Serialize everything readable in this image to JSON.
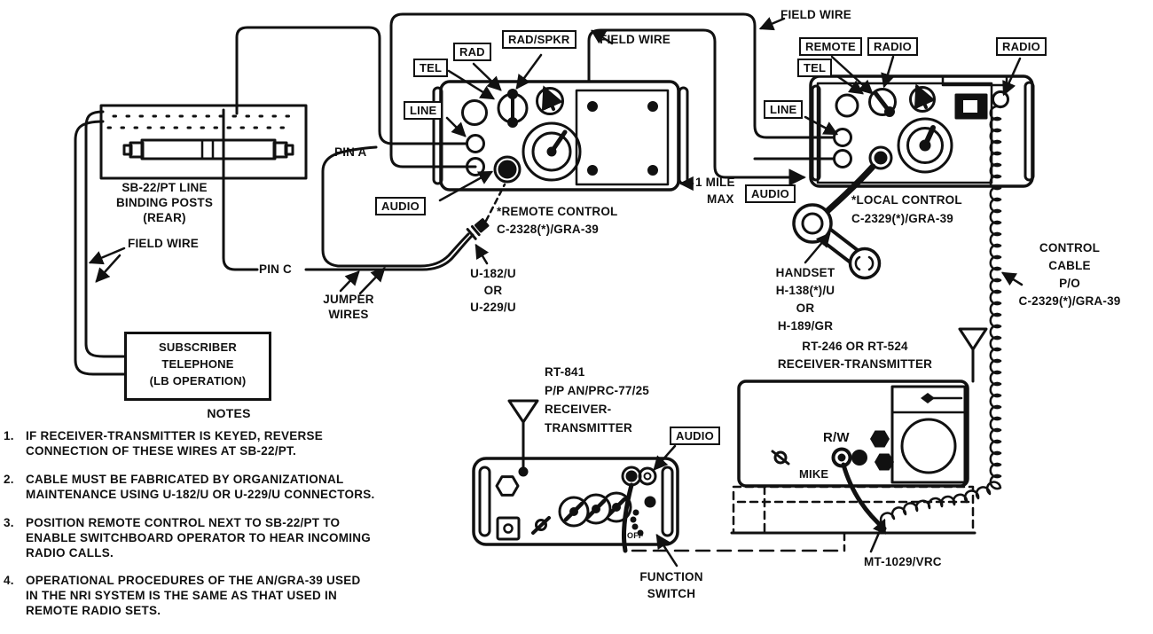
{
  "d": {
    "field_wire": "FIELD WIRE",
    "sb22": [
      "SB-22/PT LINE",
      "BINDING POSTS",
      "(REAR)"
    ],
    "phone": [
      "SUBSCRIBER",
      "TELEPHONE",
      "(LB OPERATION)"
    ],
    "pin_a": "PIN A",
    "pin_c": "PIN C",
    "jumper": [
      "JUMPER",
      "WIRES"
    ],
    "u_conn": [
      "U-182/U",
      "OR",
      "U-229/U"
    ],
    "tags": {
      "tel": "TEL",
      "rad": "RAD",
      "rad_spkr": "RAD/SPKR",
      "line": "LINE",
      "audio": "AUDIO",
      "remote": "REMOTE",
      "radio": "RADIO"
    },
    "remote_cap": [
      "*REMOTE CONTROL",
      "C-2328(*)/GRA-39"
    ],
    "local_cap": [
      "*LOCAL CONTROL",
      "C-2329(*)/GRA-39"
    ],
    "one_mile": [
      "1 MILE",
      "MAX"
    ],
    "handset": [
      "HANDSET",
      "H-138(*)/U",
      "OR",
      "H-189/GR"
    ],
    "control_cable": [
      "CONTROL",
      "CABLE",
      "P/O",
      "C-2329(*)/GRA-39"
    ],
    "rt524": {
      "title": [
        "RT-246 OR RT-524",
        "RECEIVER-TRANSMITTER"
      ],
      "rw": "R/W",
      "mike": "MIKE",
      "mount": "MT-1029/VRC"
    },
    "rt841": {
      "title": [
        "RT-841",
        "P/P AN/PRC-77/25",
        "RECEIVER-",
        "TRANSMITTER"
      ],
      "off": "OFF",
      "fswitch": [
        "FUNCTION",
        "SWITCH"
      ]
    }
  },
  "notes": {
    "heading": "NOTES",
    "items": [
      {
        "num": "1.",
        "lines": [
          "IF RECEIVER-TRANSMITTER IS KEYED, REVERSE",
          "CONNECTION OF THESE WIRES AT SB-22/PT."
        ]
      },
      {
        "num": "2.",
        "lines": [
          "CABLE MUST BE FABRICATED BY ORGANIZATIONAL",
          "MAINTENANCE USING U-182/U OR U-229/U CONNECTORS."
        ]
      },
      {
        "num": "3.",
        "lines": [
          "POSITION REMOTE CONTROL NEXT TO SB-22/PT TO",
          "ENABLE SWITCHBOARD OPERATOR TO HEAR INCOMING",
          "RADIO CALLS."
        ]
      },
      {
        "num": "4.",
        "lines": [
          "OPERATIONAL PROCEDURES OF THE AN/GRA-39 USED",
          "IN THE NRI SYSTEM IS THE SAME AS THAT USED IN",
          "REMOTE RADIO SETS."
        ]
      }
    ]
  }
}
